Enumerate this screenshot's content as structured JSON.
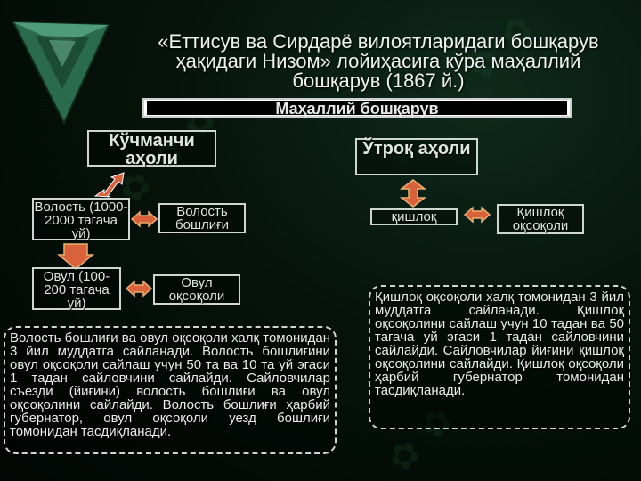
{
  "slide": {
    "title": "«Еттисув ва Сирдарё вилоятларидаги бошқарув ҳақидаги Низом» лойиҳасига кўра маҳаллий бошқарув (1867 й.)",
    "banner": "Маҳаллий бошқарув",
    "left": {
      "header": "Кўчманчи аҳоли",
      "volost": "Волость (1000-2000 тагача уй)",
      "volost_chief": "Волость бошлиғи",
      "aul": "Овул (100-200 тагача уй)",
      "aul_elder": "Овул оқсоқоли",
      "note": "Волость бошлиғи ва овул оқсоқоли халқ томонидан 3 йил муддатга сайланади. Волость бошлиғини овул оқсоқоли сайлаш учун 50 та ва 10 та уй эгаси 1 тадан сайловчини сайлайди. Сайловчилар съезди (йиғини) волость бошлиғи ва овул оқсоқолини сайлайди. Волость бошлиғи ҳарбий губернатор, овул оқсоқоли уезд бошлиғи томонидан тасдиқланади."
    },
    "right": {
      "header": "Ўтроқ аҳоли",
      "village": "қишлоқ",
      "village_elder": "Қишлоқ оқсоқоли",
      "note": "Қишлоқ оқсоқоли халқ томонидан 3 йил муддатга сайланади. Қишлоқ оқсоқолини сайлаш учун 10 тадан ва 50 тагача уй эгаси 1 тадан сайловчини сайлайди. Сайловчилар йиғини қишлоқ оқсоқолини сайлайди. Қишлоқ оқсоқоли ҳарбий губернатор томонидан тасдиқланади."
    }
  },
  "colors": {
    "arrow_orange": "#d9623a",
    "arrow_yellow": "#e8b070",
    "box_border": "#cfd6d2",
    "background": "#06130b"
  },
  "icons": {
    "logo": "green-pyramid-logo"
  }
}
